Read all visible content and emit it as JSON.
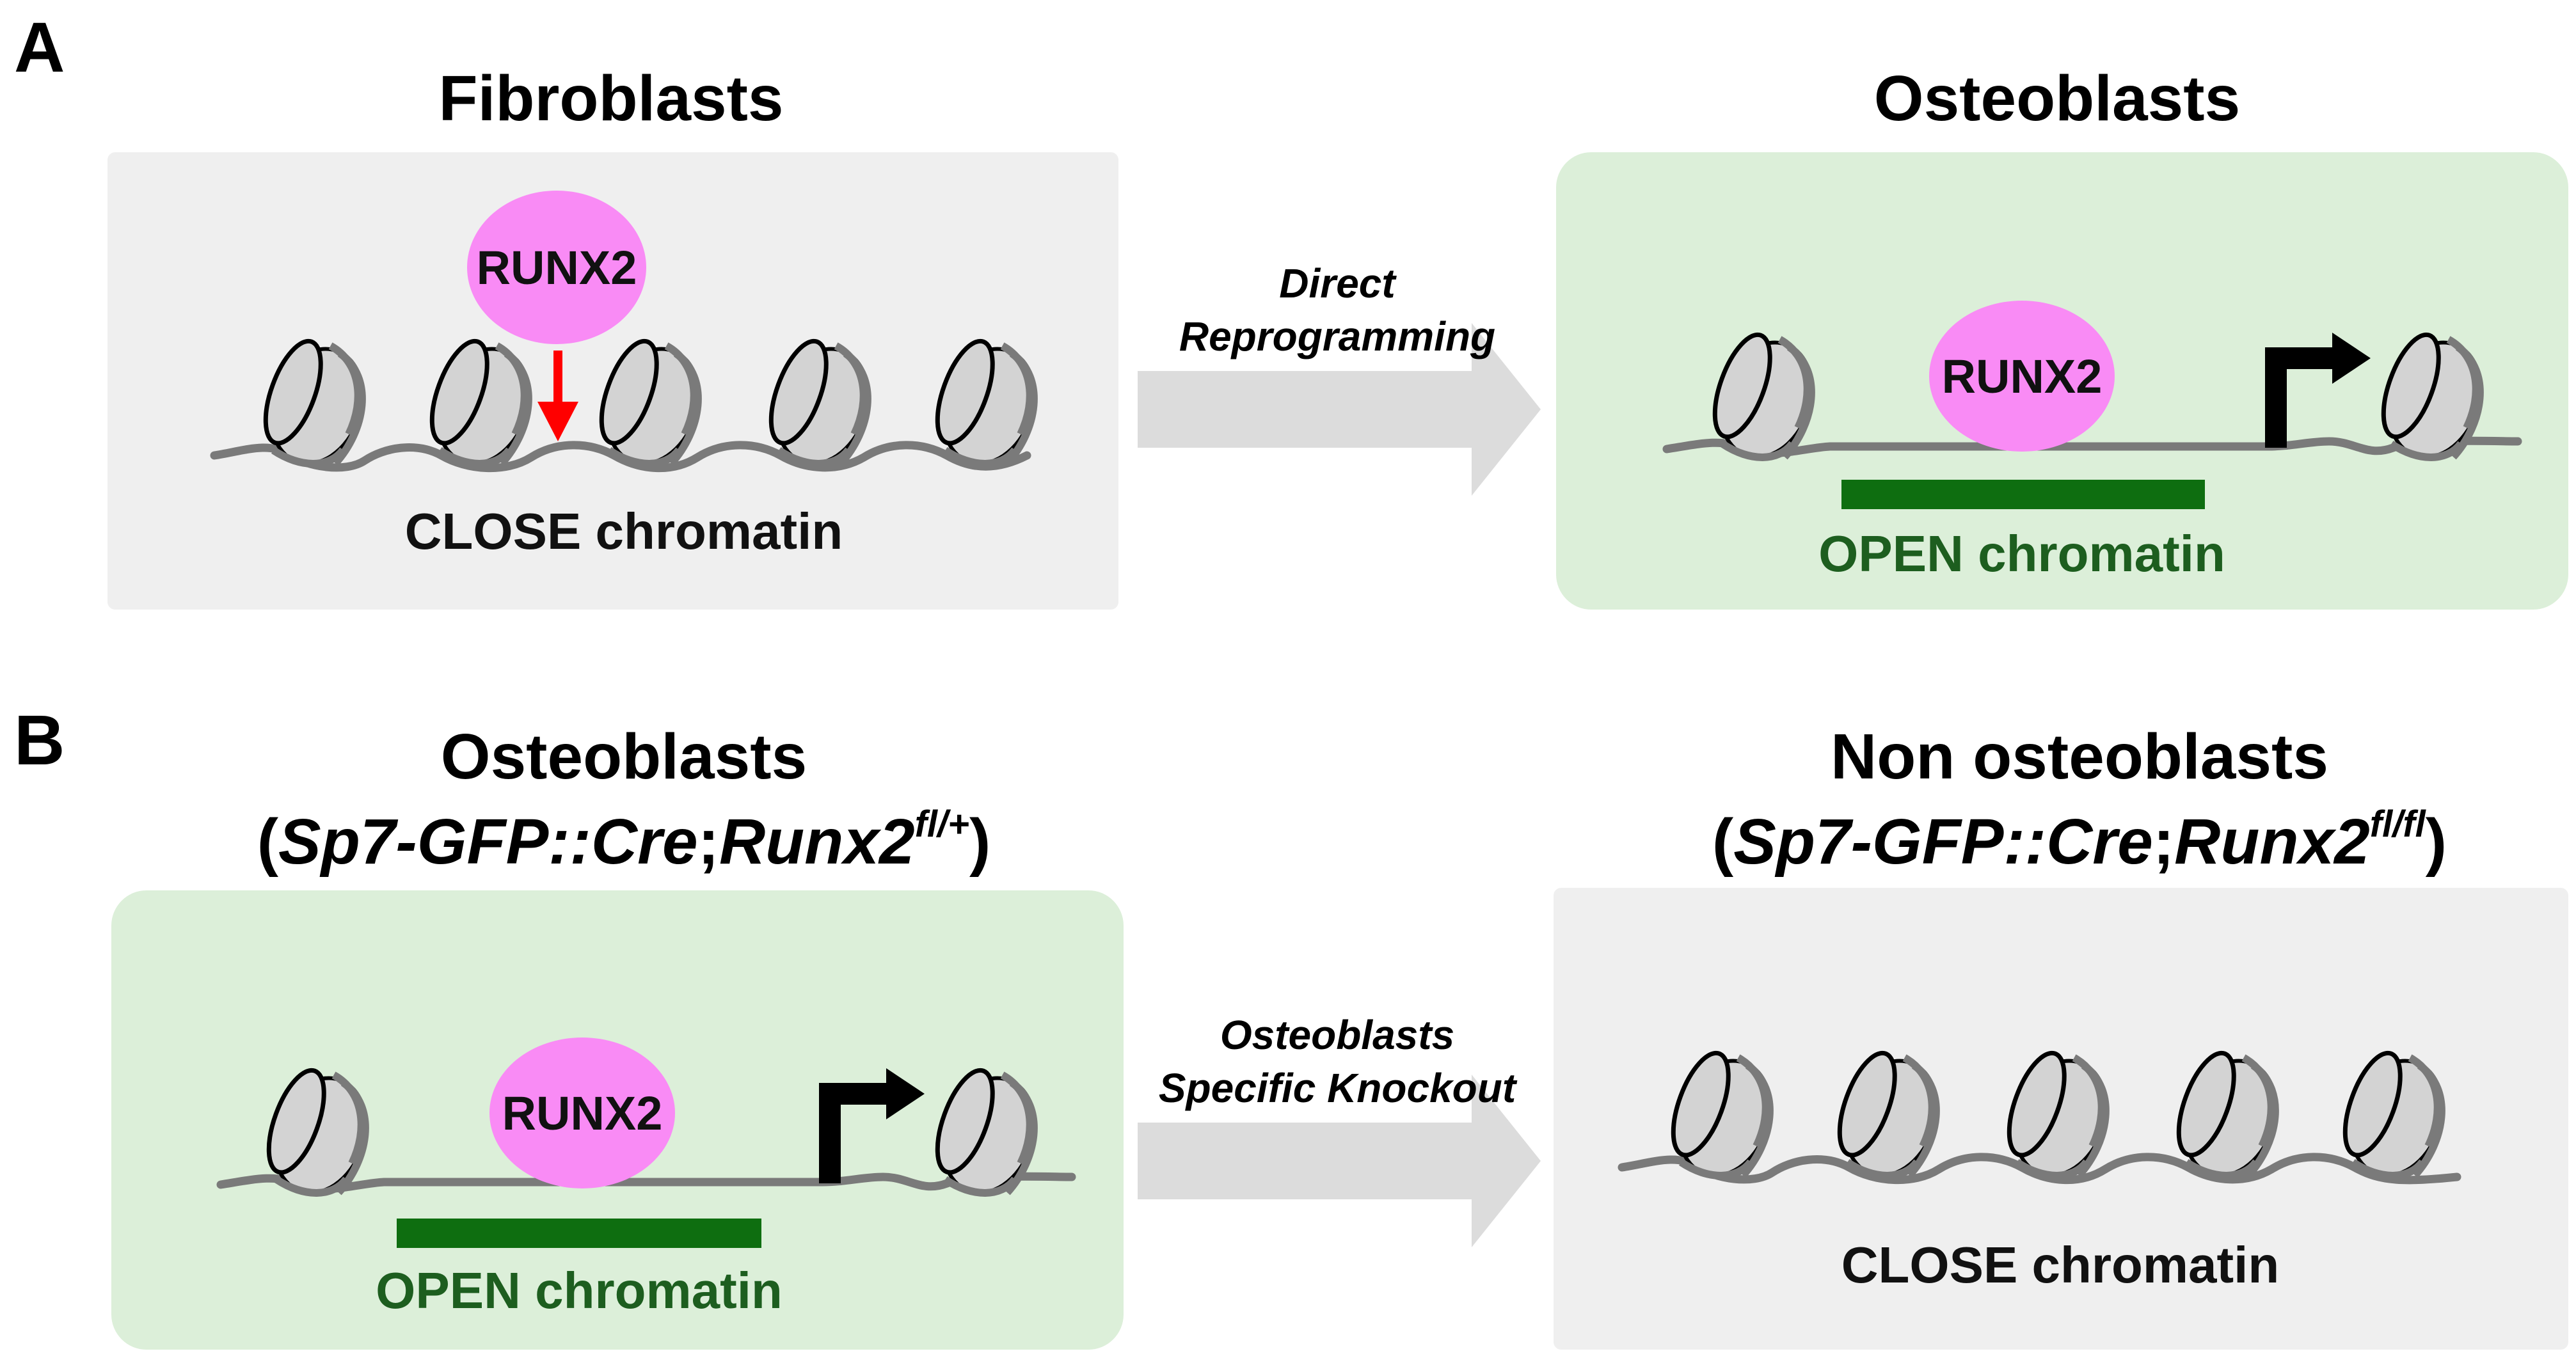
{
  "panel_a": {
    "letter": "A",
    "left": {
      "title": "Fibroblasts",
      "factor": "RUNX2",
      "chromatin": "CLOSE chromatin"
    },
    "transition": {
      "line1": "Direct",
      "line2": "Reprogramming"
    },
    "right": {
      "title": "Osteoblasts",
      "factor": "RUNX2",
      "chromatin": "OPEN chromatin"
    }
  },
  "panel_b": {
    "letter": "B",
    "left": {
      "title": "Osteoblasts",
      "genotype_open": "(",
      "genotype_gene1": "Sp7-GFP::Cre",
      "genotype_sep": ";",
      "genotype_gene2": "Runx2",
      "genotype_allele": "fl/+",
      "genotype_close": ")",
      "factor": "RUNX2",
      "chromatin": "OPEN chromatin"
    },
    "transition": {
      "line1": "Osteoblasts",
      "line2": "Specific Knockout"
    },
    "right": {
      "title": "Non osteoblasts",
      "genotype_open": "(",
      "genotype_gene1": "Sp7-GFP::Cre",
      "genotype_sep": ";",
      "genotype_gene2": "Runx2",
      "genotype_allele": "fl/fl",
      "genotype_close": ")",
      "chromatin": "CLOSE chromatin"
    }
  },
  "colors": {
    "closed_panel_bg": "#efefef",
    "open_panel_bg": "#dcefd9",
    "runx2_fill": "#f98bf5",
    "open_bar": "#0e6e10",
    "open_label": "#1d5e1f",
    "binding_arrow": "#ff0000",
    "transition_arrow": "#dcdcdc"
  }
}
